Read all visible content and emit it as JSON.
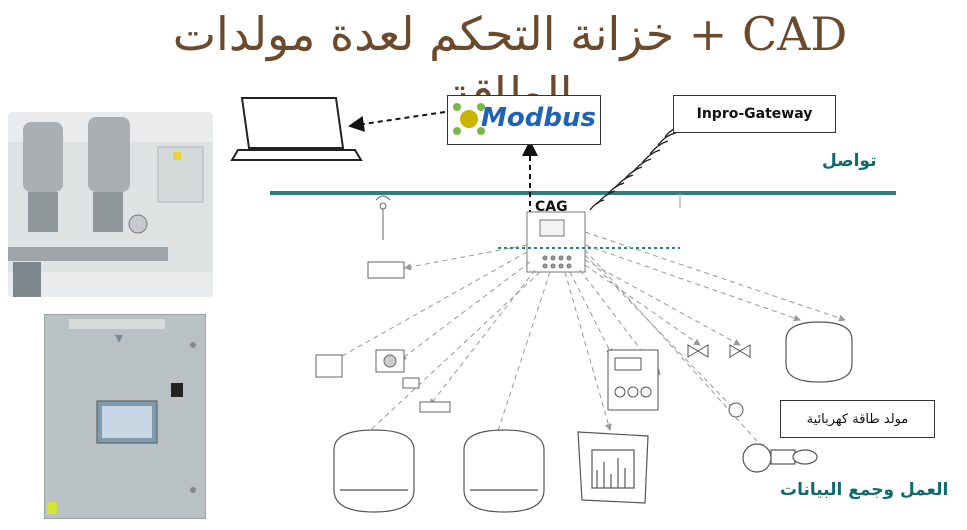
{
  "title": "CAD + خزانة التحكم لعدة مولدات الطاقة",
  "modbus": {
    "label": "Modbus"
  },
  "gateway": {
    "label": "Inpro-Gateway"
  },
  "cag": {
    "label": "CAG"
  },
  "comm": {
    "label": "تواصل"
  },
  "generator": {
    "label": "مولد طاقة كهربائية"
  },
  "operations": {
    "label": "العمل وجمع البيانات"
  },
  "colors": {
    "title": "#6b4a2b",
    "teal": "#0f6b6b",
    "modbus_blue": "#1e63b5",
    "modbus_logo": "#c9b500"
  }
}
